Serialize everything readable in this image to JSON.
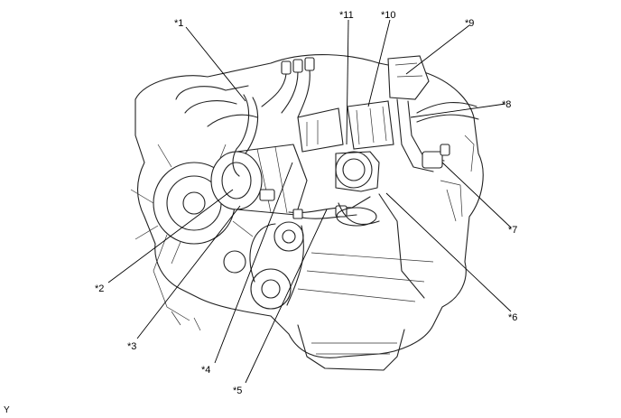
{
  "callouts": [
    {
      "id": "c1",
      "label": "*1"
    },
    {
      "id": "c2",
      "label": "*2"
    },
    {
      "id": "c3",
      "label": "*3"
    },
    {
      "id": "c4",
      "label": "*4"
    },
    {
      "id": "c5",
      "label": "*5"
    },
    {
      "id": "c6",
      "label": "*6"
    },
    {
      "id": "c7",
      "label": "*7"
    },
    {
      "id": "c8",
      "label": "*8"
    },
    {
      "id": "c9",
      "label": "*9"
    },
    {
      "id": "c10",
      "label": "*10"
    },
    {
      "id": "c11",
      "label": "*11"
    }
  ],
  "corner_label": "Y"
}
